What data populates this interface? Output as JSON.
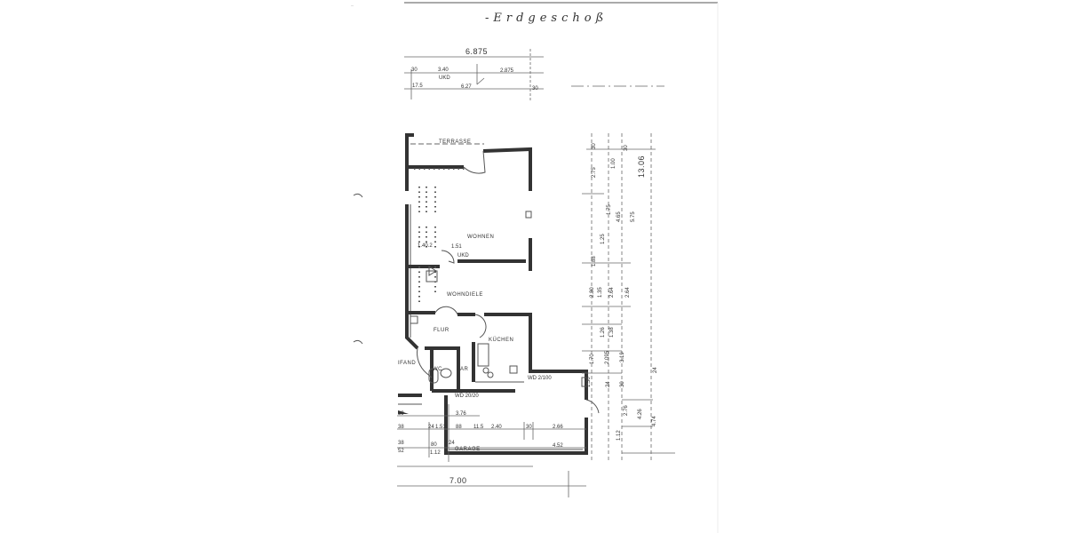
{
  "document": {
    "title": "-Erdgeschoß",
    "header_mark": "..."
  },
  "rooms": {
    "terrasse": "TERRASSE",
    "wohnen": "WOHNEN",
    "wohndiele": "WOHNDIELE",
    "flur": "FLUR",
    "kuechen": "KÜCHEN",
    "wc": "WC",
    "ar": "AR",
    "eingang": "IFAND",
    "garage": "GARAGE",
    "ukd_1": "UKD",
    "ukd_2": "UKD",
    "wd_1": "WD 20/20",
    "wd_2": "WD 2/100"
  },
  "dimensions_top": {
    "overall": "6.875",
    "d1": "30",
    "d2": "3.40",
    "d3": "2.875",
    "d4": "17.5",
    "d5": "6.27",
    "d6": "30",
    "d7": "1.51",
    "d8": "1.40.2"
  },
  "dimensions_right": {
    "overall": "13.06",
    "r1": "30",
    "r2": "30",
    "r3": "2.75",
    "r4": "1.00",
    "r5": "1.75",
    "r6": "4.65",
    "r7": "5.75",
    "r8": "1.25",
    "r9": "1.88",
    "r10": "2.80",
    "r11": "1.35",
    "r12": "2.64",
    "r13": "2.64",
    "r14": "1.26",
    "r15": "1.38",
    "r16": "1.70",
    "r17": "2.095",
    "r18": "3.19",
    "r19": "1.50",
    "r20": "24",
    "r21": "30",
    "r22": "2.76",
    "r23": "4.26",
    "r24": "4.74",
    "r25": "1.12",
    "r26": "24"
  },
  "dimensions_bottom": {
    "b1": "3.76",
    "b2": "24",
    "b3": "1.51",
    "b4": "88",
    "b5": "11.5",
    "b6": "2.40",
    "b7": "30",
    "b8": "2.66",
    "b9": "80",
    "b10": "1.12",
    "b11": "4.52",
    "b12": "24",
    "b13": "38",
    "b14": "39",
    "b15": "52",
    "overall": "7.00"
  }
}
